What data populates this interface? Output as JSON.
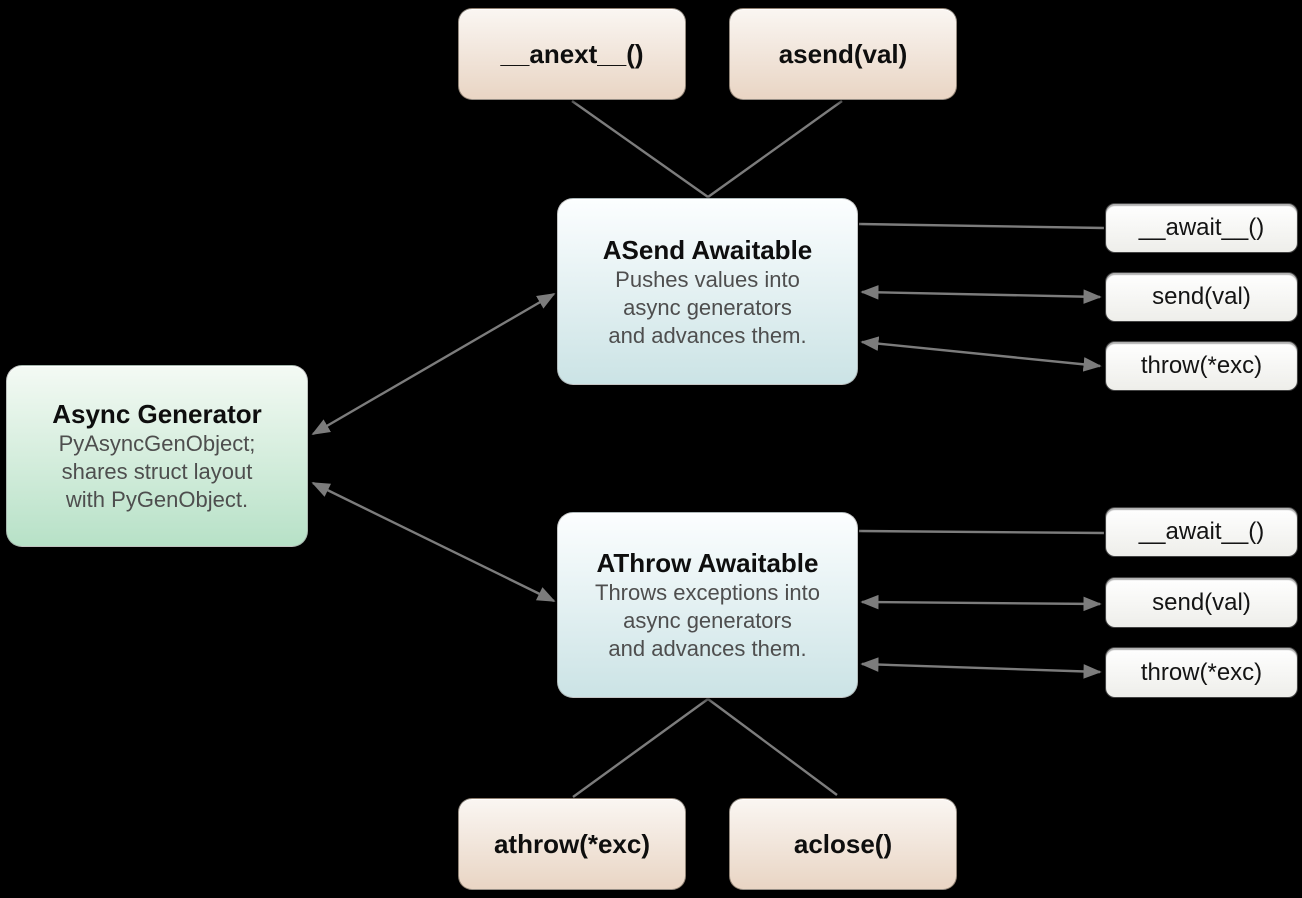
{
  "colors": {
    "background": "#000000",
    "arrow": "#7c7c7c",
    "beige_start": "#faf6f2",
    "beige_end": "#e9d5c4",
    "teal_start": "#fcfeff",
    "teal_end": "#cbe3e5",
    "green_start": "#f4faf4",
    "green_end": "#b7e1c7",
    "white_start": "#ffffff",
    "white_end": "#eeeeea",
    "title_text": "#0e0e0e",
    "desc_text": "#4e4e4e"
  },
  "nodes": {
    "anext": {
      "label": "__anext__()"
    },
    "asend": {
      "label": "asend(val)"
    },
    "athrow_method": {
      "label": "athrow(*exc)"
    },
    "aclose": {
      "label": "aclose()"
    },
    "async_generator": {
      "title": "Async Generator",
      "line1": "PyAsyncGenObject;",
      "line2": "shares struct layout",
      "line3": "with PyGenObject."
    },
    "asend_awaitable": {
      "title": "ASend Awaitable",
      "line1": "Pushes values into",
      "line2": "async generators",
      "line3": "and advances them."
    },
    "athrow_awaitable": {
      "title": "AThrow Awaitable",
      "line1": "Throws exceptions into",
      "line2": "async generators",
      "line3": "and advances them."
    },
    "asend_group": {
      "await_label": "__await__()",
      "send_label": "send(val)",
      "throw_label": "throw(*exc)"
    },
    "athrow_group": {
      "await_label": "__await__()",
      "send_label": "send(val)",
      "throw_label": "throw(*exc)"
    }
  }
}
